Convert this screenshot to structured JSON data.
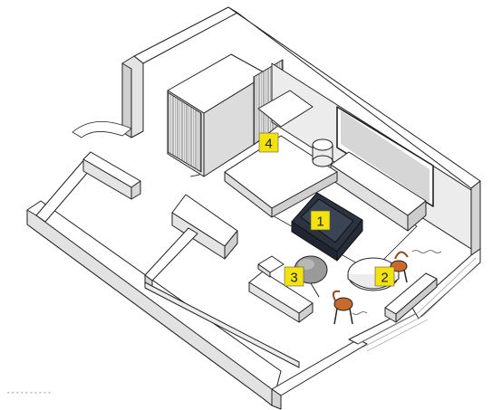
{
  "diagram": {
    "markers": [
      {
        "id": "1",
        "label": "1",
        "item": "armchair"
      },
      {
        "id": "2",
        "label": "2",
        "item": "round-table"
      },
      {
        "id": "3",
        "label": "3",
        "item": "floor-lamp"
      },
      {
        "id": "4",
        "label": "4",
        "item": "bed"
      }
    ],
    "colors": {
      "line": "#222222",
      "wall_top": "#ffffff",
      "wall_side": "#e4e4e4",
      "wall_shadow": "#c8c8c8",
      "marker_fill": "#f2e20f",
      "chair_fill": "#2b3341",
      "chair_top": "#3b4455",
      "lamp_fill": "#9a9a9a",
      "wood": "#c86a2e",
      "tv_fill": "#d6d6d6"
    }
  }
}
